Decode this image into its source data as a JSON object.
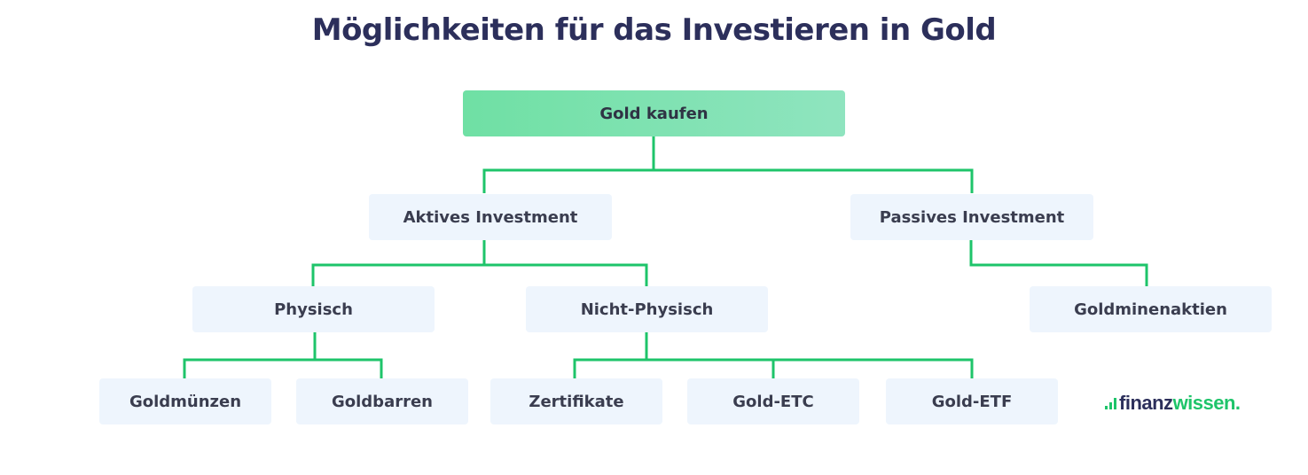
{
  "title": "Möglichkeiten für das Investieren in Gold",
  "colors": {
    "connector": "#1ec46a",
    "node_bg": "#eef5fd",
    "root_bg": "#6fe0a4",
    "title": "#2c2f5b"
  },
  "tree": {
    "root": "Gold kaufen",
    "aktiv": "Aktives Investment",
    "passiv": "Passives Investment",
    "physisch": "Physisch",
    "nicht_physisch": "Nicht-Physisch",
    "goldminenaktien": "Goldminenaktien",
    "goldmuenzen": "Goldmünzen",
    "goldbarren": "Goldbarren",
    "zertifikate": "Zertifikate",
    "gold_etc": "Gold-ETC",
    "gold_etf": "Gold-ETF"
  },
  "brand": {
    "part1": "finanz",
    "part2": "wissen."
  }
}
